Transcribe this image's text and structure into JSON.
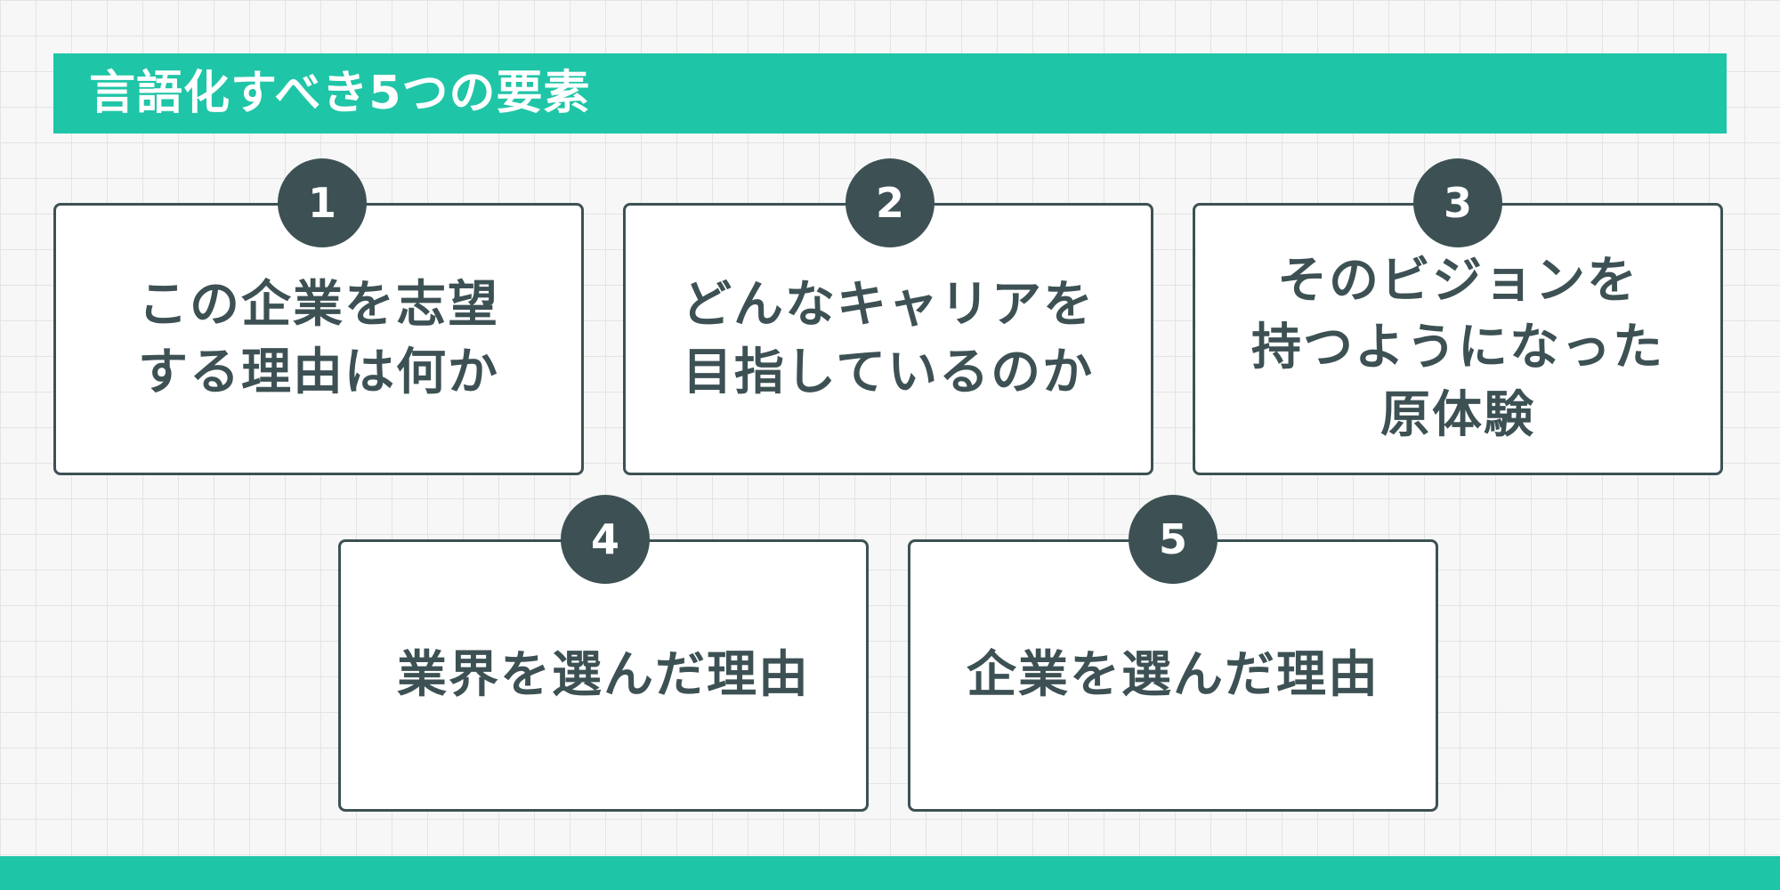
{
  "header": {
    "title": "言語化すべき5つの要素"
  },
  "elements": [
    {
      "number": "1",
      "lines": [
        "この企業を志望",
        "する理由は何か"
      ]
    },
    {
      "number": "2",
      "lines": [
        "どんなキャリアを",
        "目指しているのか"
      ]
    },
    {
      "number": "3",
      "lines": [
        "そのビジョンを",
        "持つようになった",
        "原体験"
      ]
    },
    {
      "number": "4",
      "lines": [
        "業界を選んだ理由"
      ]
    },
    {
      "number": "5",
      "lines": [
        "企業を選んだ理由"
      ]
    }
  ],
  "colors": {
    "accent": "#1fc5a7",
    "dark": "#3d5154",
    "card_background": "#ffffff",
    "page_background": "#f7f7f7"
  }
}
